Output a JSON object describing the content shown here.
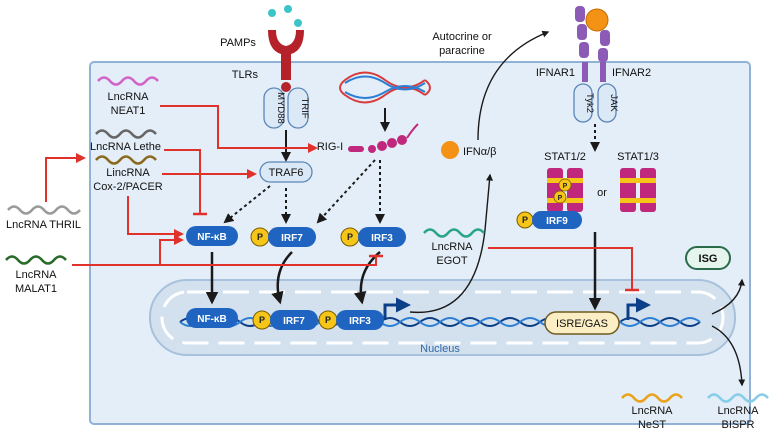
{
  "labels": {
    "pamps": "PAMPs",
    "tlrs": "TLRs",
    "myd88": "MYD88",
    "trif": "TRIF",
    "rigi": "RIG-I",
    "traf6": "TRAF6",
    "nfkb": "NF-κB",
    "irf7": "IRF7",
    "irf3": "IRF3",
    "p": "P",
    "ifn": "IFNα/β",
    "autocrine": [
      "Autocrine or",
      "paracrine"
    ],
    "ifnar1": "IFNAR1",
    "ifnar2": "IFNAR2",
    "tyk2": "Tyk2",
    "jak": "JAK",
    "stat12": "STAT1/2",
    "stat13": "STAT1/3",
    "or": "or",
    "irf9": "IRF9",
    "isre": "ISRE/GAS",
    "isg": "ISG",
    "nucleus": "Nucleus"
  },
  "lncrnas": {
    "neat1": [
      "LncRNA",
      "NEAT1"
    ],
    "lethe": "LncRNA Lethe",
    "cox2": [
      "LincRNA",
      "Cox-2/PACER"
    ],
    "thril": "LncRNA THRIL",
    "malat1": [
      "LncRNA",
      "MALAT1"
    ],
    "egot": [
      "LncRNA",
      "EGOT"
    ],
    "nest": [
      "LncRNA",
      "NeST"
    ],
    "bispr": [
      "LncRNA",
      "BISPR"
    ]
  },
  "colors": {
    "cell_fill": "#e4eef8",
    "cell_border": "#8fb2d6",
    "nucleus_fill": "#d3e1ef",
    "tf_blue": "#1e64c0",
    "phospho": "#f5c518",
    "inhibit_red": "#e0312b",
    "stat_magenta": "#c0287e",
    "ifn_orange": "#f39214",
    "tlr_red": "#b5222a",
    "receptor_purple": "#8b5bb5",
    "lnc_neat1": "#d264c8",
    "lnc_lethe": "#666666",
    "lnc_cox2": "#8a6a1e",
    "lnc_thril": "#9a9a9a",
    "lnc_malat1": "#2a6b2a",
    "lnc_egot": "#2aa58a",
    "lnc_nest": "#e9a21a",
    "lnc_bispr": "#86cde8"
  }
}
